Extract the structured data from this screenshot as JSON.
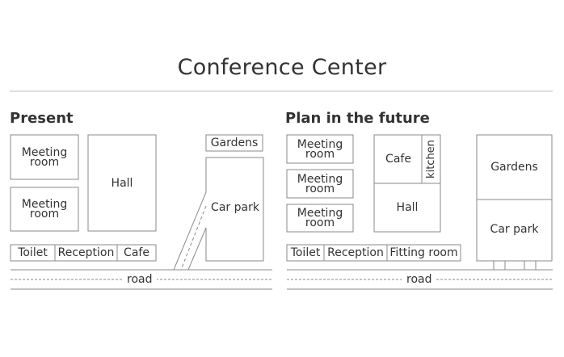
{
  "title": "Conference Center",
  "present": {
    "heading": "Present",
    "meeting_room_1": "Meeting room",
    "meeting_room_2": "Meeting room",
    "hall": "Hall",
    "gardens": "Gardens",
    "car_park": "Car park",
    "toilet": "Toilet",
    "reception": "Reception",
    "cafe": "Cafe",
    "road": "road"
  },
  "future": {
    "heading": "Plan in the future",
    "meeting_room_1": "Meeting room",
    "meeting_room_2": "Meeting room",
    "meeting_room_3": "Meeting room",
    "cafe": "Cafe",
    "kitchen": "kitchen",
    "hall": "Hall",
    "gardens": "Gardens",
    "car_park": "Car park",
    "toilet": "Toilet",
    "reception": "Reception",
    "fitting_room": "Fitting room",
    "road": "road"
  },
  "colors": {
    "line": "#8a8a8a",
    "text": "#333333",
    "divider": "#bdbdbd"
  }
}
